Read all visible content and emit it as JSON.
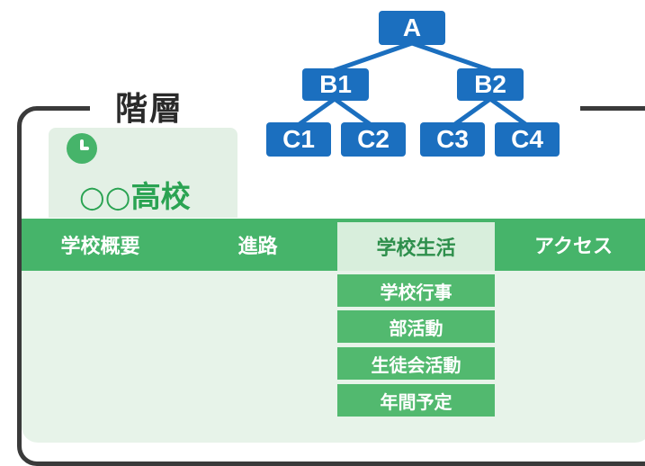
{
  "heading": "階層",
  "tree": {
    "root": "A",
    "level2": [
      "B1",
      "B2"
    ],
    "level3": [
      "C1",
      "C2",
      "C3",
      "C4"
    ]
  },
  "site": {
    "logo_text": "○○高校",
    "logo_icon": "clock-icon",
    "nav": [
      {
        "label": "学校概要"
      },
      {
        "label": "進路"
      },
      {
        "label": "学校生活"
      },
      {
        "label": "アクセス"
      }
    ],
    "active_nav": "学校生活",
    "submenu": [
      "学校行事",
      "部活動",
      "生徒会活動",
      "年間予定"
    ]
  },
  "colors": {
    "tree_node": "#1b6fbf",
    "nav_green": "#46b46a",
    "active_nav_bg": "#d8eedc",
    "content_bg": "#e7f3e9",
    "frame": "#3a3a3a"
  }
}
